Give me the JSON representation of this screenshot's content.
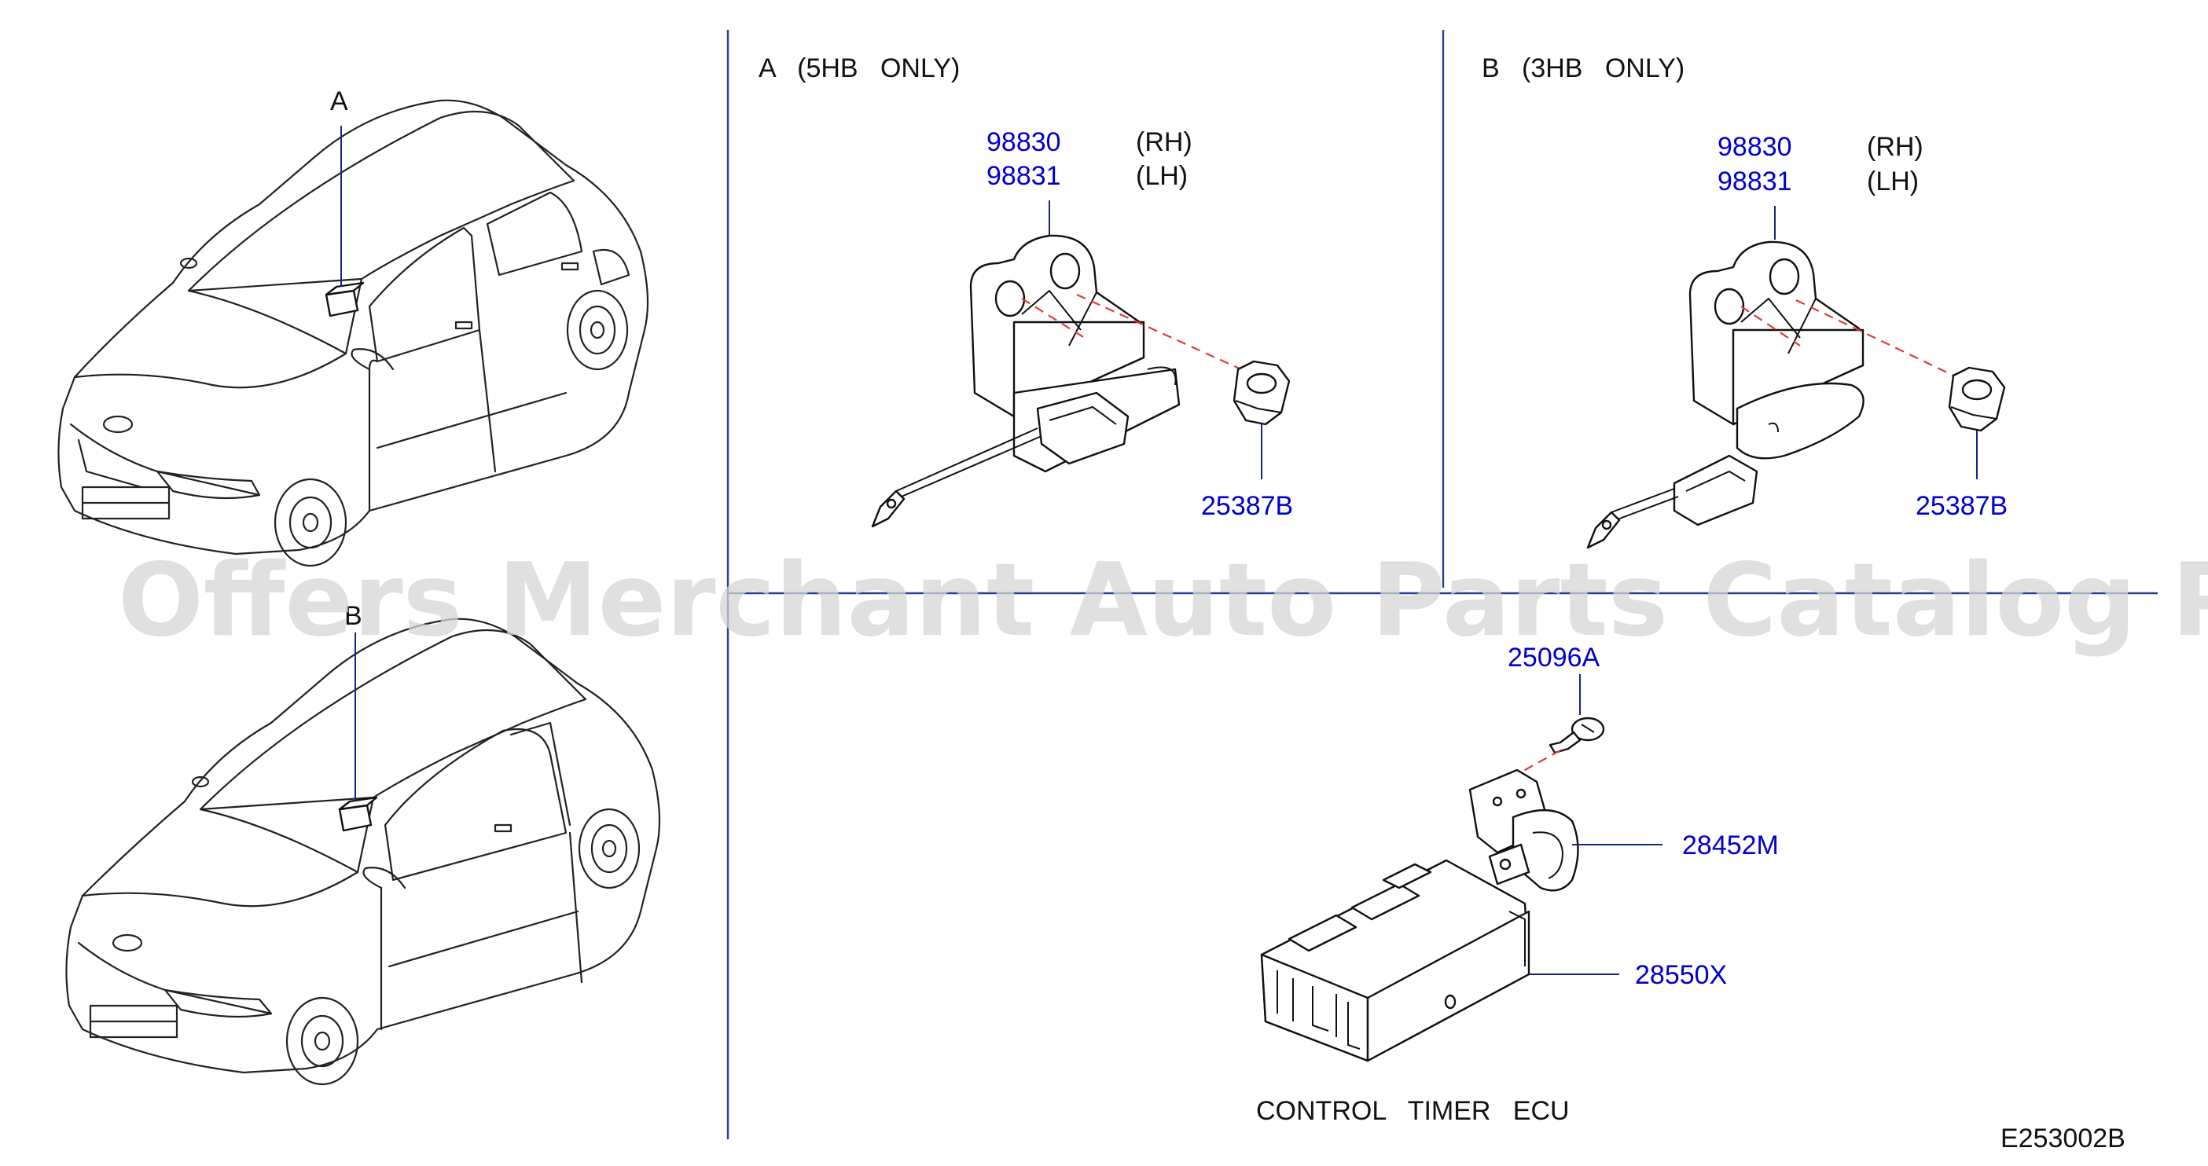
{
  "watermark": "Offers Merchant Auto Parts Catalog PARTSTORE.SA",
  "diagram_code": "E253002B",
  "callouts": {
    "a": "A",
    "b": "B"
  },
  "sections": {
    "a": {
      "title": "A   (5HB   ONLY)",
      "part_rh": "98830",
      "rh": "(RH)",
      "part_lh": "98831",
      "lh": "(LH)",
      "nut": "25387B"
    },
    "b": {
      "title": "B   (3HB   ONLY)",
      "part_rh": "98830",
      "rh": "(RH)",
      "part_lh": "98831",
      "lh": "(LH)",
      "nut": "25387B"
    }
  },
  "ecu_assembly": {
    "bolt": "25096A",
    "bracket": "28452M",
    "ecu": "28550X",
    "caption": "CONTROL   TIMER   ECU"
  },
  "colors": {
    "part_number": "#0000cc",
    "leader": "#1a237e",
    "divider": "#2a3f8f",
    "dash": "#e53935"
  }
}
